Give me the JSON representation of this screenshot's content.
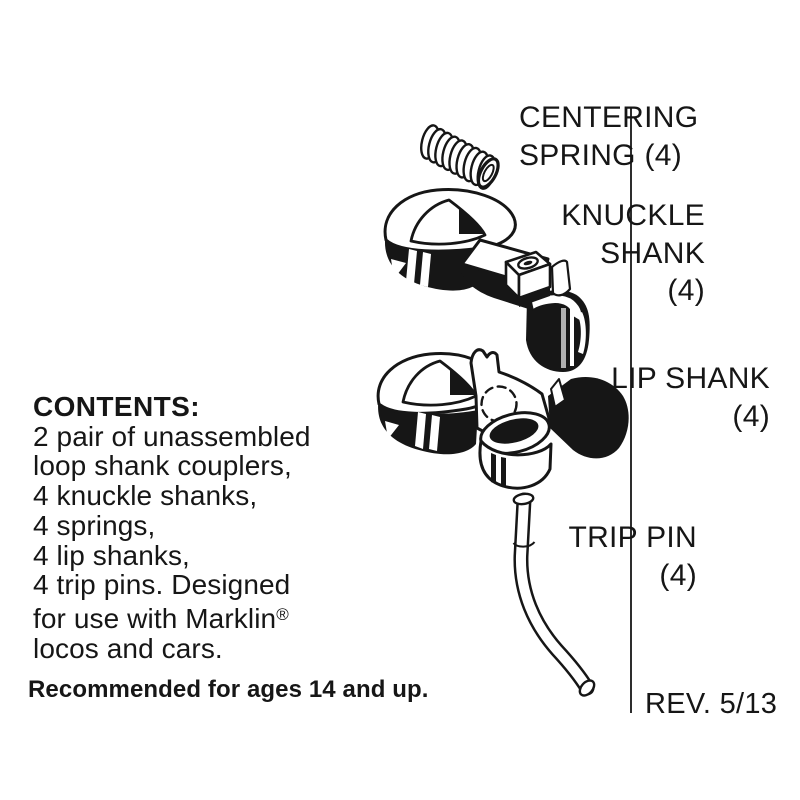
{
  "colors": {
    "paper": "#ffffff",
    "ink": "#161616",
    "shadow_gray": "#b0b0b0"
  },
  "figure": {
    "divider_icon": "vertical-divider-line",
    "part_icons": [
      "centering-spring-drawing",
      "knuckle-shank-drawing",
      "lip-shank-drawing",
      "trip-pin-drawing"
    ]
  },
  "labels": {
    "centering_spring": {
      "line1": "CENTERING",
      "line2": "SPRING (4)"
    },
    "knuckle_shank": {
      "line1": "KNUCKLE",
      "line2": "SHANK",
      "line3": "(4)"
    },
    "lip_shank": {
      "line1": "LIP SHANK",
      "line2": "(4)"
    },
    "trip_pin": {
      "line1": "TRIP PIN",
      "line2": "(4)"
    },
    "revision": "REV. 5/13"
  },
  "contents": {
    "heading": "CONTENTS:",
    "lines": [
      "2 pair of unassembled",
      "loop shank couplers,",
      "4 knuckle shanks,",
      "4 springs,",
      "4 lip shanks,",
      "4 trip pins. Designed",
      "for use with Marklin",
      "locos and cars."
    ],
    "reg_mark": "®",
    "age_note": "Recommended for ages 14 and up."
  }
}
